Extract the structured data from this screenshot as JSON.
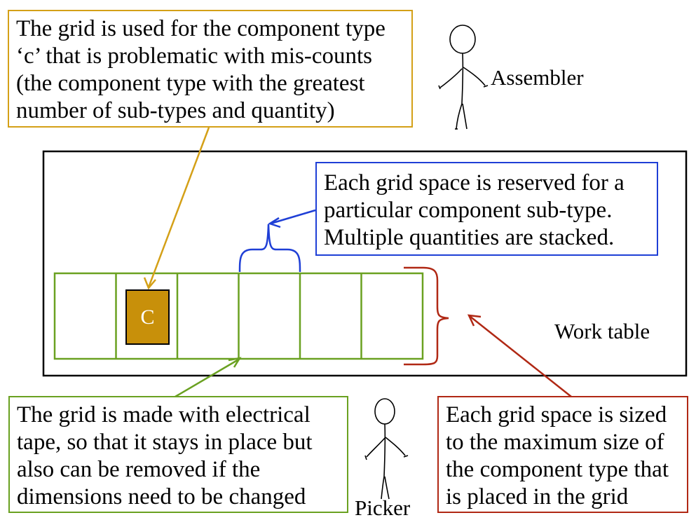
{
  "colors": {
    "annotation_gold": "#d4a017",
    "annotation_blue": "#1f3fd6",
    "annotation_green": "#6aa121",
    "annotation_red": "#b02814",
    "component_fill": "#c8900a"
  },
  "callouts": {
    "grid_purpose": {
      "lines": [
        "The grid is used for the component type",
        "‘c’ that is problematic with mis-counts",
        "(the component type with the greatest",
        "number of sub-types and quantity)"
      ]
    },
    "grid_space_reserved": {
      "lines": [
        "Each grid space is reserved for a",
        "particular component sub-type.",
        "Multiple quantities are stacked."
      ]
    },
    "tape": {
      "lines": [
        "The grid is made with electrical",
        "tape, so that it stays in place but",
        "also can be removed if the",
        "dimensions need to be changed"
      ]
    },
    "grid_space_size": {
      "lines": [
        "Each grid space is sized",
        "to the maximum size of",
        "the component type that",
        "is placed in the grid"
      ]
    }
  },
  "figures": {
    "assembler_label": "Assembler",
    "picker_label": "Picker"
  },
  "work_table": {
    "label": "Work table",
    "grid_cells": 6,
    "component_label": "C",
    "component_cell": 2
  }
}
